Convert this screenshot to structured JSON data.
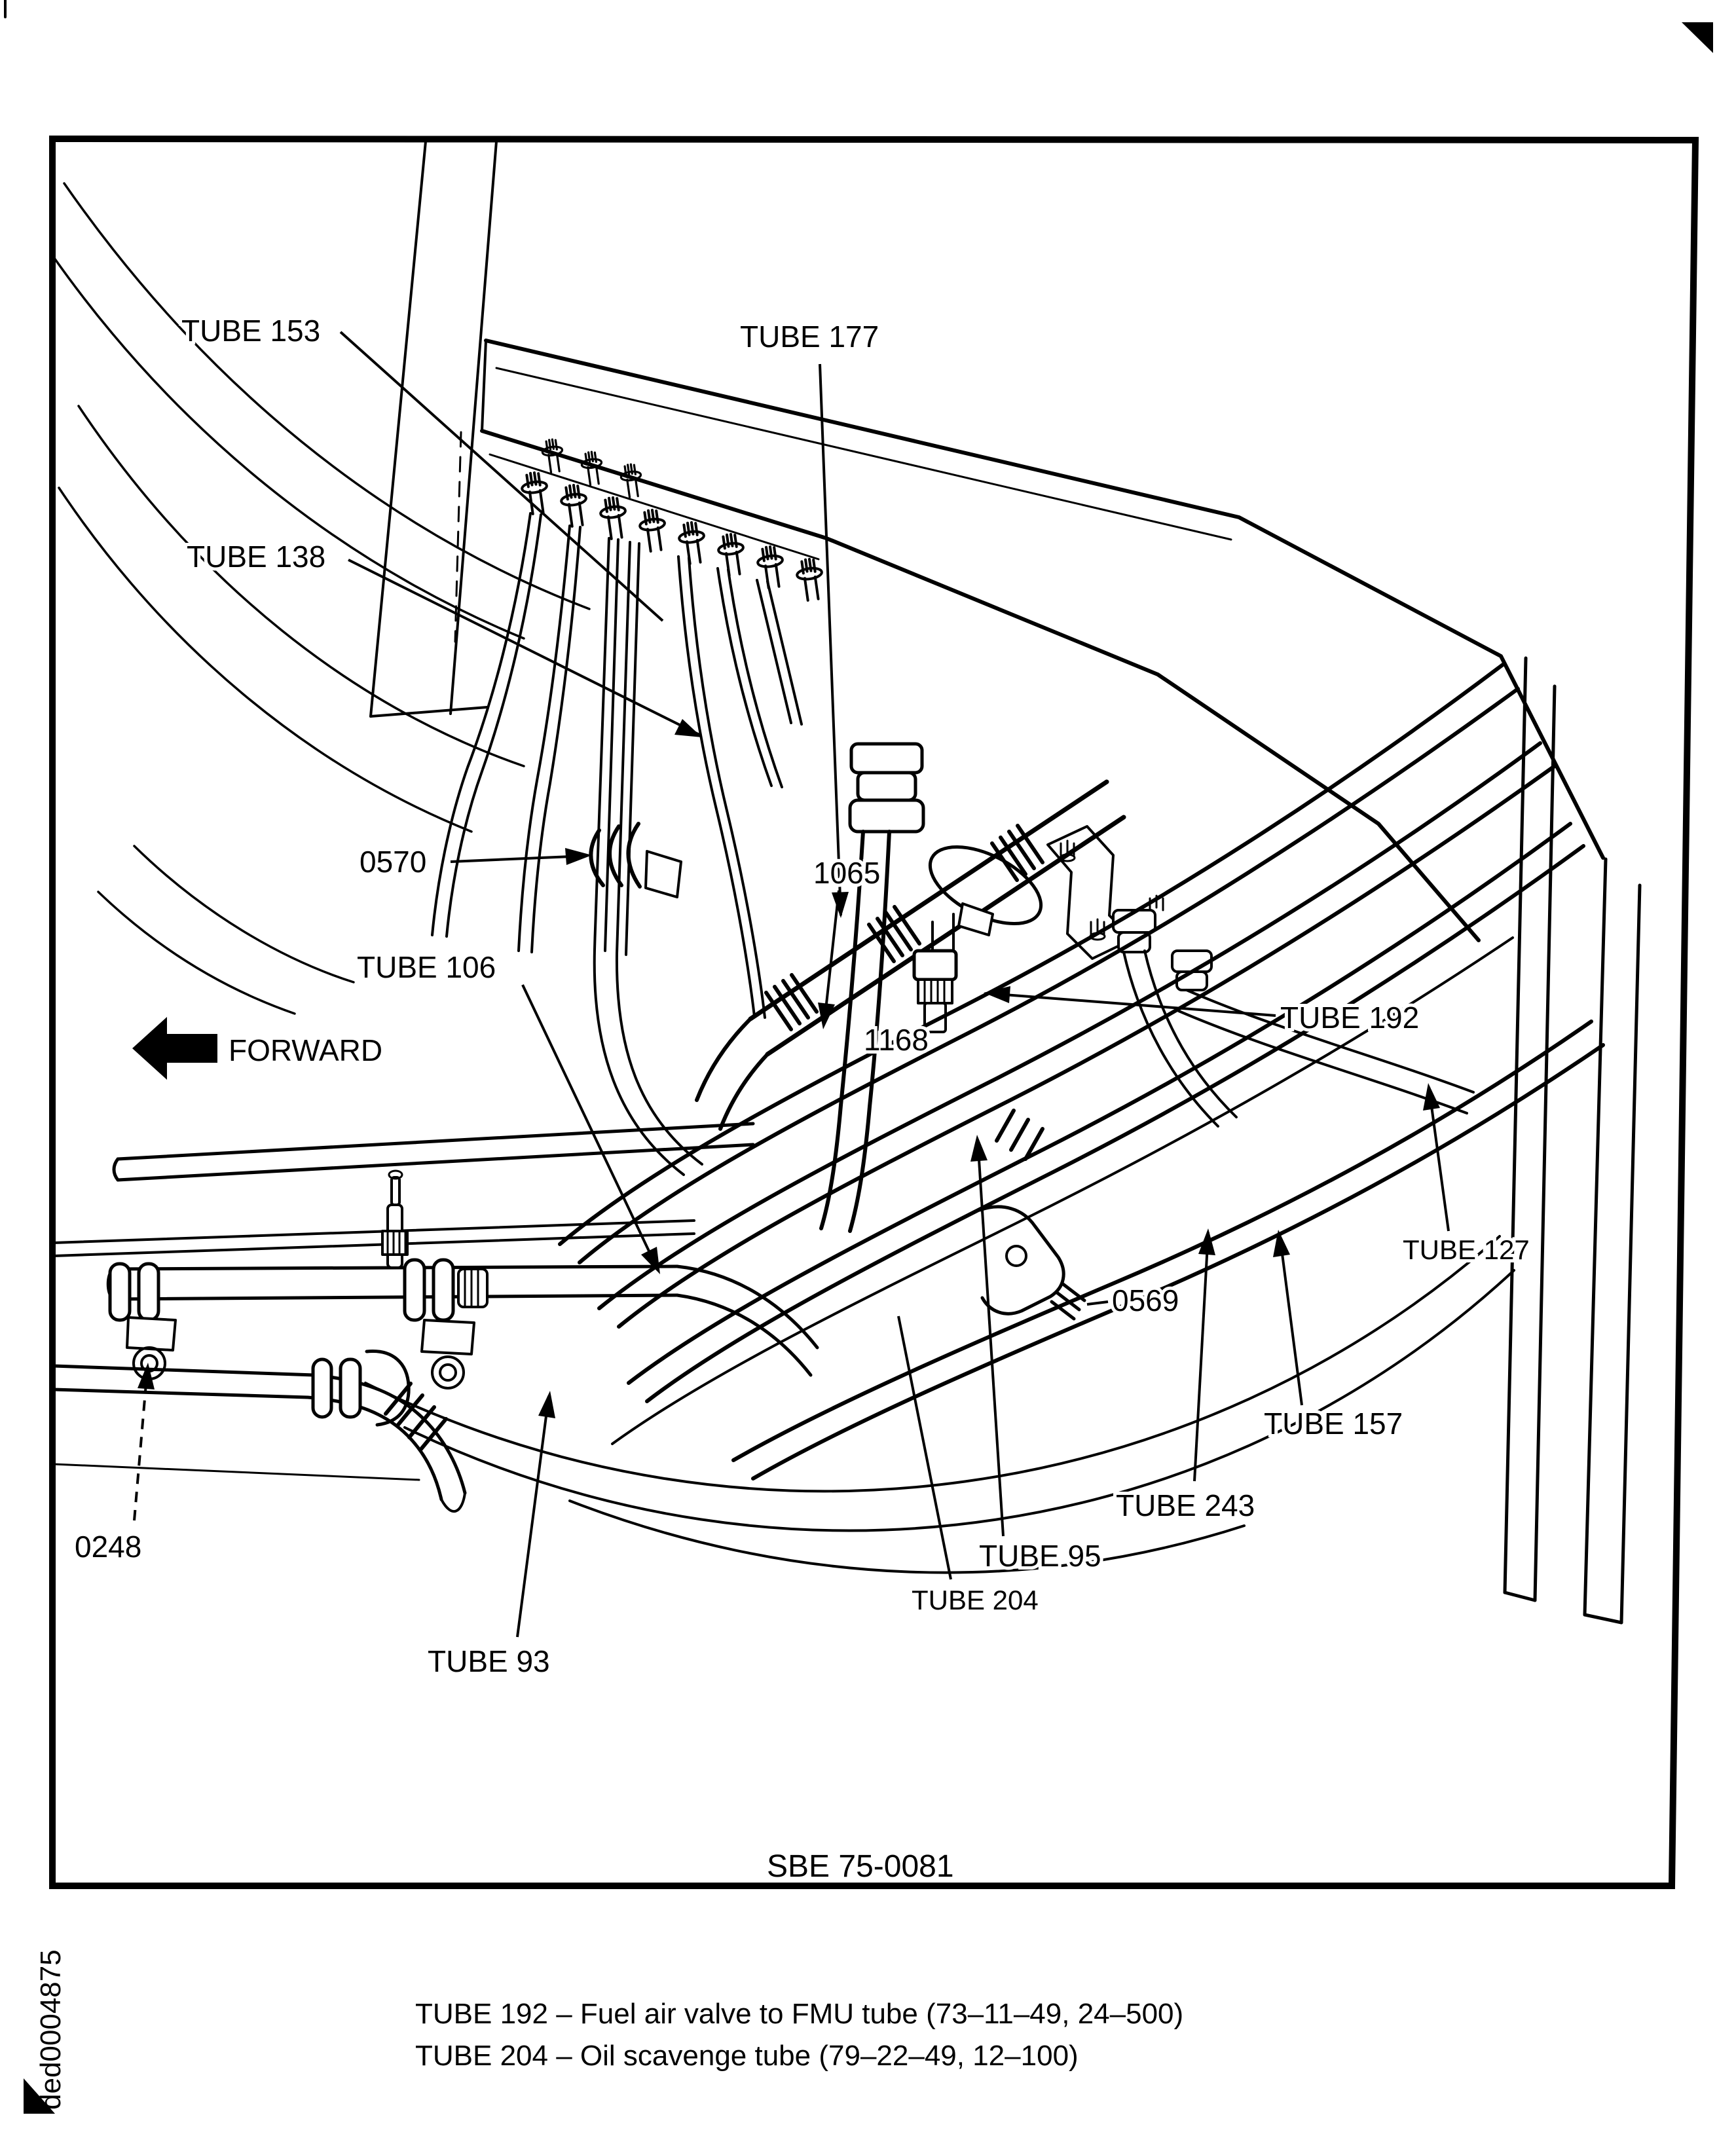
{
  "figure": {
    "code": "SBE 75-0081",
    "forward_label": "FORWARD",
    "callouts": [
      {
        "id": "tube-153",
        "label": "TUBE 153"
      },
      {
        "id": "tube-177",
        "label": "TUBE 177"
      },
      {
        "id": "tube-138",
        "label": "TUBE 138"
      },
      {
        "id": "clamp-0570",
        "label": "0570"
      },
      {
        "id": "part-1065",
        "label": "1065"
      },
      {
        "id": "tube-106",
        "label": "TUBE 106"
      },
      {
        "id": "part-1168",
        "label": "1168"
      },
      {
        "id": "tube-192",
        "label": "TUBE 192"
      },
      {
        "id": "tube-127",
        "label": "TUBE 127"
      },
      {
        "id": "part-0569",
        "label": "0569"
      },
      {
        "id": "tube-157",
        "label": "TUBE 157"
      },
      {
        "id": "tube-243",
        "label": "TUBE 243"
      },
      {
        "id": "tube-95",
        "label": "TUBE 95"
      },
      {
        "id": "tube-204",
        "label": "TUBE 204"
      },
      {
        "id": "part-0248",
        "label": "0248"
      },
      {
        "id": "tube-93",
        "label": "TUBE 93"
      }
    ]
  },
  "legend": {
    "lines": [
      {
        "text": "TUBE 192 – Fuel air valve to FMU tube (73–11–49, 24–500)"
      },
      {
        "text": "TUBE 204 – Oil scavenge tube (79–22–49, 12–100)"
      }
    ]
  },
  "page": {
    "side_id": "ded0004875"
  }
}
